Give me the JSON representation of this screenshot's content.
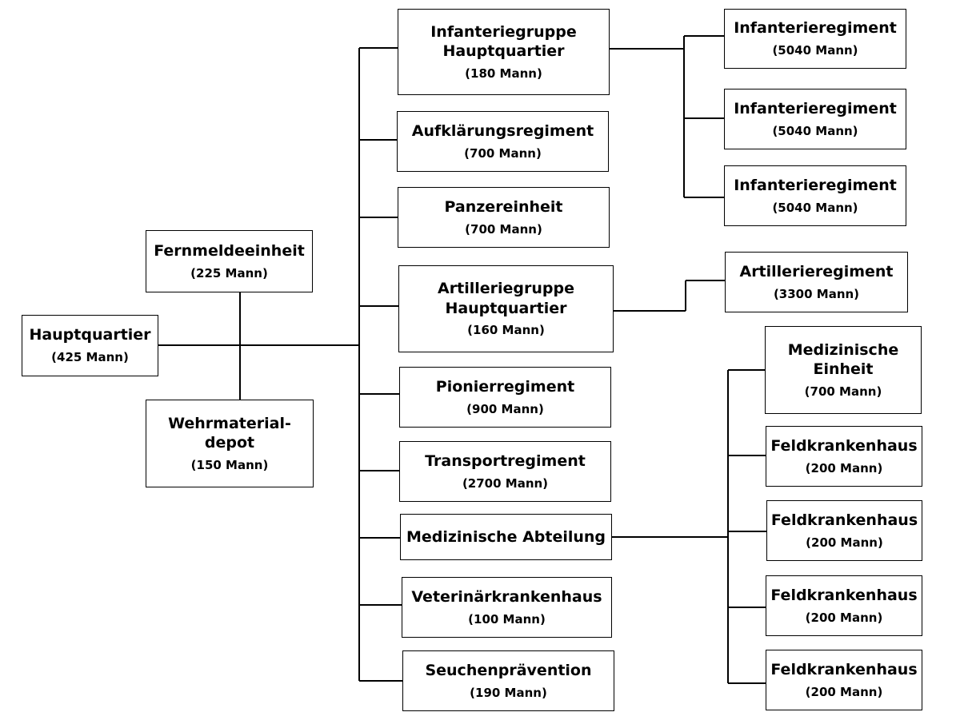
{
  "nodes": {
    "hq": {
      "name": "Hauptquartier",
      "count": "(425 Mann)"
    },
    "signal": {
      "name": "Fernmeldeeinheit",
      "count": "(225 Mann)"
    },
    "depot": {
      "name": "Wehrmaterial-\ndepot",
      "count": "(150 Mann)"
    },
    "inf_hq": {
      "name": "Infanteriegruppe\nHauptquartier",
      "count": "(180 Mann)"
    },
    "recon": {
      "name": "Aufklärungsregiment",
      "count": "(700 Mann)"
    },
    "tank": {
      "name": "Panzereinheit",
      "count": "(700 Mann)"
    },
    "art_hq": {
      "name": "Artilleriegruppe\nHauptquartier",
      "count": "(160 Mann)"
    },
    "pioneer": {
      "name": "Pionierregiment",
      "count": "(900 Mann)"
    },
    "transport": {
      "name": "Transportregiment",
      "count": "(2700 Mann)"
    },
    "medical_dept": {
      "name": "Medizinische Abteilung"
    },
    "vet": {
      "name": "Veterinärkrankenhaus",
      "count": "(100 Mann)"
    },
    "epidemic": {
      "name": "Seuchenprävention",
      "count": "(190 Mann)"
    },
    "inf_reg_1": {
      "name": "Infanterieregiment",
      "count": "(5040 Mann)"
    },
    "inf_reg_2": {
      "name": "Infanterieregiment",
      "count": "(5040 Mann)"
    },
    "inf_reg_3": {
      "name": "Infanterieregiment",
      "count": "(5040 Mann)"
    },
    "art_reg": {
      "name": "Artillerieregiment",
      "count": "(3300 Mann)"
    },
    "med_unit": {
      "name": "Medizinische\nEinheit",
      "count": "(700 Mann)"
    },
    "field_hosp_1": {
      "name": "Feldkrankenhaus",
      "count": "(200 Mann)"
    },
    "field_hosp_2": {
      "name": "Feldkrankenhaus",
      "count": "(200 Mann)"
    },
    "field_hosp_3": {
      "name": "Feldkrankenhaus",
      "count": "(200 Mann)"
    },
    "field_hosp_4": {
      "name": "Feldkrankenhaus",
      "count": "(200 Mann)"
    }
  }
}
